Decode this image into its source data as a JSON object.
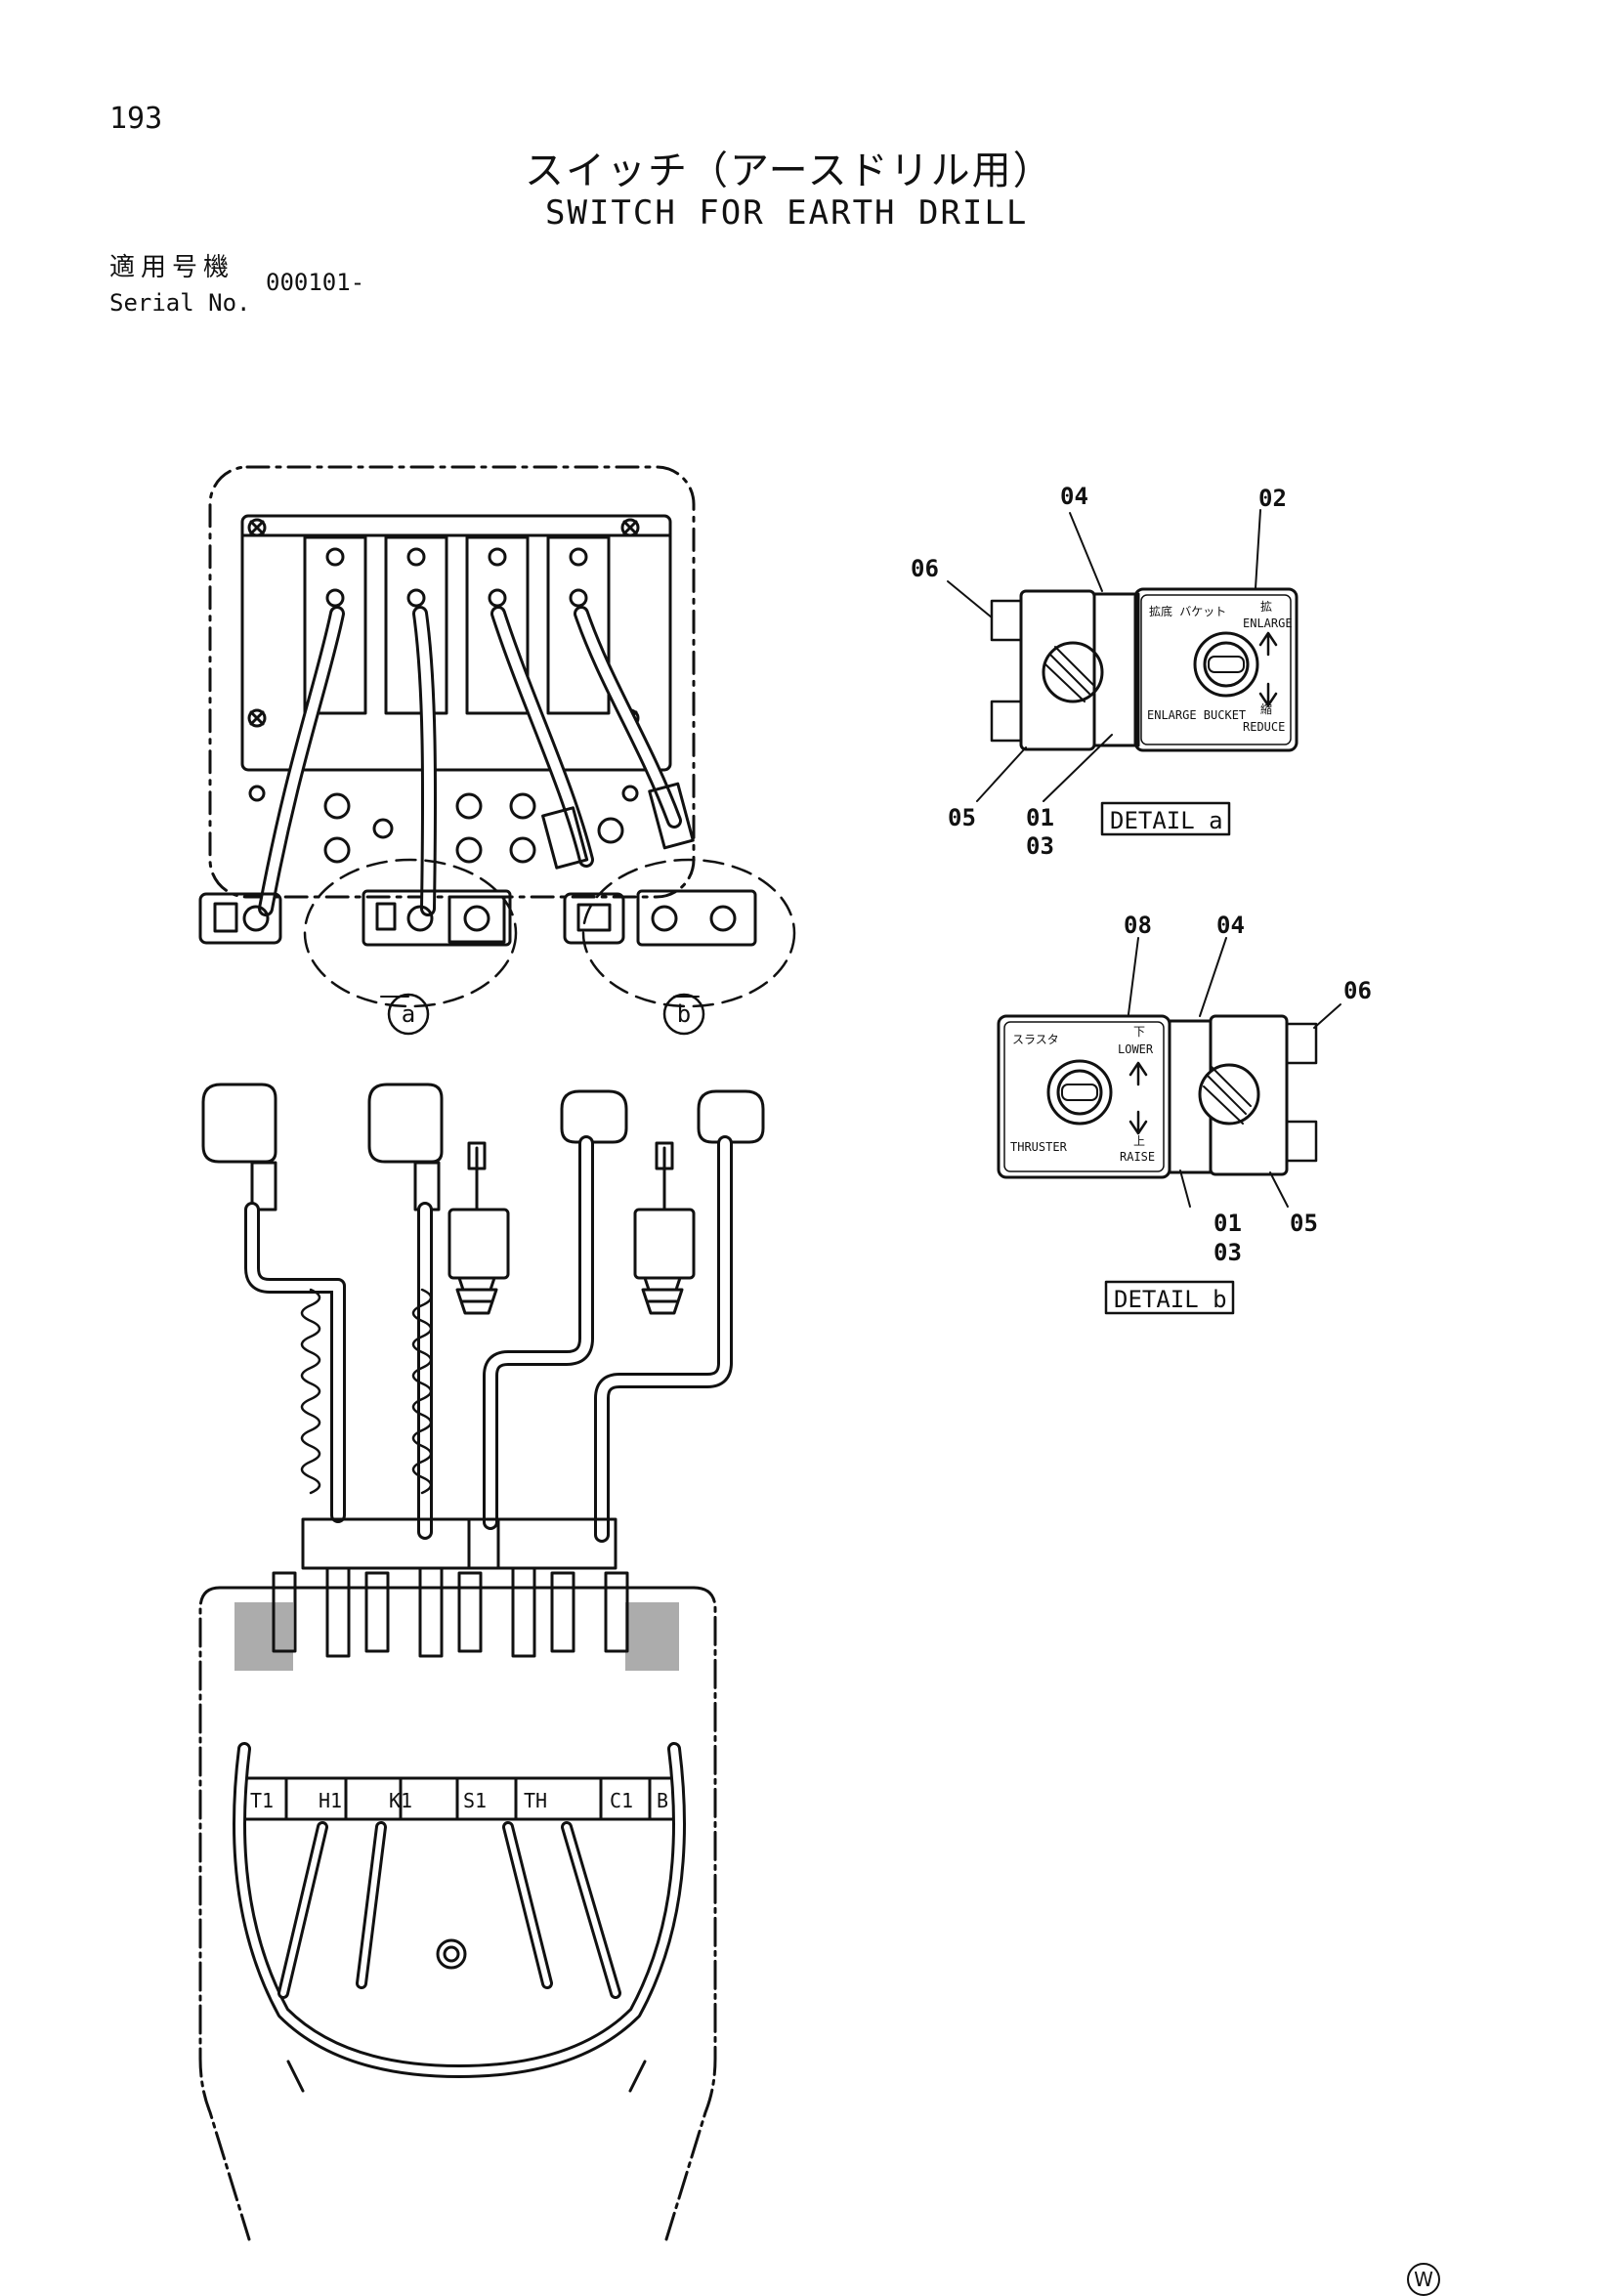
{
  "page": {
    "number": "193",
    "title_jp": "スイッチ（アースドリル用）",
    "title_en": "SWITCH FOR EARTH DRILL",
    "serial_label_jp": "適用号機",
    "serial_label_en": "Serial No.",
    "serial_value": "000101-",
    "publisher_mark": "W"
  },
  "diagram": {
    "callouts": {
      "a": "a",
      "b": "b"
    },
    "detail_a": {
      "caption": "DETAIL a",
      "parts": {
        "p02": "02",
        "p04": "04",
        "p06": "06",
        "p05": "05",
        "p01": "01",
        "p03": "03"
      },
      "plate": {
        "top_left_jp": "拡底\nバケット",
        "top_right_jp": "拡",
        "top_right": "ENLARGE",
        "bottom_left": "ENLARGE\nBUCKET",
        "bottom_right_jp": "縮",
        "bottom_right": "REDUCE"
      }
    },
    "detail_b": {
      "caption": "DETAIL b",
      "parts": {
        "p08": "08",
        "p04": "04",
        "p06": "06",
        "p01": "01",
        "p03": "03",
        "p05": "05"
      },
      "plate": {
        "top_left_jp": "スラスタ",
        "top_right_jp": "下",
        "top_right": "LOWER",
        "bottom_left": "THRUSTER",
        "bottom_right_jp": "上",
        "bottom_right": "RAISE"
      }
    },
    "connector_labels": [
      "T1",
      "H1",
      "K1",
      "S1",
      "TH",
      "C1",
      "B"
    ]
  }
}
